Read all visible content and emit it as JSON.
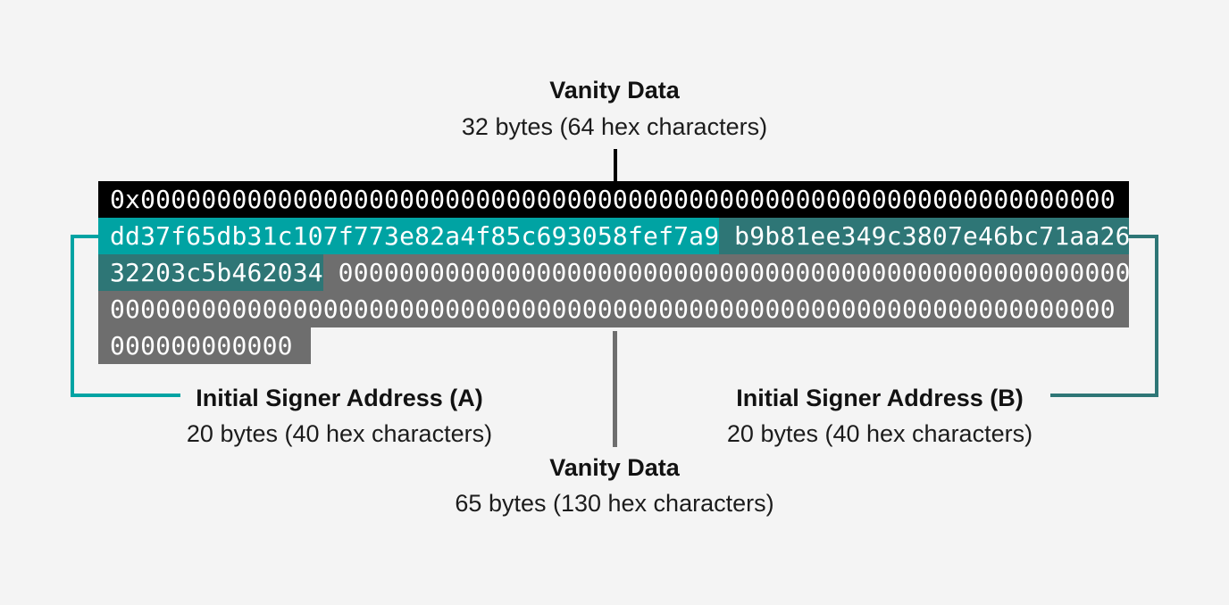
{
  "header": {
    "title": "Vanity Data",
    "subtitle": "32 bytes (64 hex characters)"
  },
  "footer": {
    "title": "Vanity Data",
    "subtitle": "65 bytes (130 hex characters)"
  },
  "signer_a": {
    "title": "Initial Signer Address (A)",
    "subtitle": "20 bytes (40 hex characters)",
    "hex": "dd37f65db31c107f773e82a4f85c693058fef7a9",
    "color": "#00a3a3"
  },
  "signer_b": {
    "title": "Initial Signer Address (B)",
    "subtitle": "20 bytes (40 hex characters)",
    "hex_part1": "b9b81ee349c3807e46bc71aa26",
    "hex_part2": "32203c5b462034",
    "color": "#2e7676"
  },
  "hex": {
    "line1": "0x0000000000000000000000000000000000000000000000000000000000000000",
    "line3_zeros": "0000000000000000000000000000000000000000000000000000",
    "line4_zeros": "000000000000000000000000000000000000000000000000000000000000000000",
    "line5_zeros": "000000000000"
  },
  "colors": {
    "background": "#f4f4f4",
    "vanity_32_block": "#000000",
    "vanity_65_block": "#6e6e6e",
    "signer_a_highlight": "#00a3a3",
    "signer_b_highlight": "#2e7676",
    "top_connector": "#000000",
    "bottom_connector": "#6e6e6e"
  }
}
